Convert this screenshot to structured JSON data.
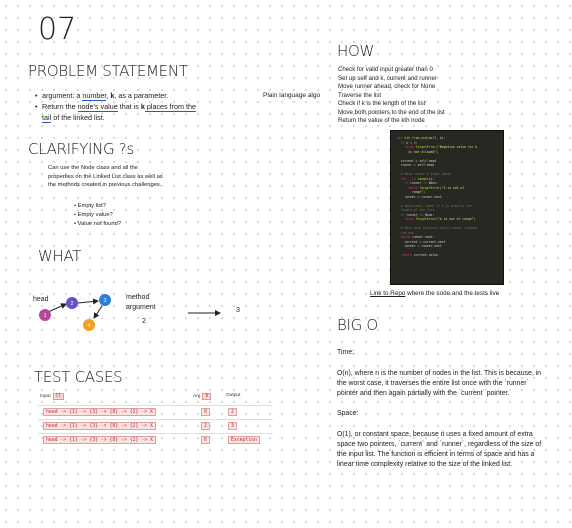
{
  "page_number": "07",
  "problem": {
    "heading": "PROBLEM STATEMENT",
    "bullet1": {
      "pre": "argument: a ",
      "link": "number",
      "mid": ", ",
      "bold": "k",
      "post": ", as a parameter."
    },
    "bullet2": {
      "pre": "Return the ",
      "u1": "node's value",
      "mid": " that is ",
      "bold": "k",
      "u2": " places from the",
      "u3": "tail",
      "post": " of the linked list."
    }
  },
  "plain_language": "Plain language algo",
  "clarifying": {
    "heading": "CLARIFYING ?s",
    "text": "Can use the Node class and all the properties on the Linked List class as well as the methods created in previous challenges.",
    "items": [
      "Empty list?",
      "Empty value?",
      "Value not found?"
    ]
  },
  "what": {
    "heading": "WHAT",
    "head_label": "head",
    "method_label": "method",
    "argument_label": "argument",
    "argument_value": "2",
    "result_value": "3",
    "nodes": [
      {
        "value": "1",
        "color": "#b8479b"
      },
      {
        "value": "2",
        "color": "#6a4fc9"
      },
      {
        "value": "3",
        "color": "#2e7fd9"
      },
      {
        "value": "4",
        "color": "#f0a020"
      }
    ]
  },
  "tests": {
    "heading": "TEST CASES",
    "input_label": "Input",
    "input_tag": "ll",
    "arg_label": "Arg",
    "arg_tag": "k",
    "output_label": "Output",
    "rows": [
      {
        "input": "head -> {1} -> {3} -> {8} -> {2} -> X",
        "arg": "0",
        "output": "2"
      },
      {
        "input": "head -> {1} -> {3} -> {8} -> {2} -> X",
        "arg": "2",
        "output": "3"
      },
      {
        "input": "head -> {1} -> {3} -> {8} -> {2} -> X",
        "arg": "6",
        "output": "Exception"
      }
    ]
  },
  "how": {
    "heading": "HOW",
    "steps": [
      "Check for valid input greater than 0",
      "Set up self and k, current and runner",
      "Move runner ahead, check for None",
      "Traverse the list",
      "Check if k is the length of the list",
      "Move both pointers to the end of the list",
      "Return the value of the kth node"
    ]
  },
  "repo": {
    "link": "Link to Repo",
    "text": " where the code and the tests live"
  },
  "bigo": {
    "heading": "BIG O",
    "time_label": "Time:",
    "time_text": "O(n), where n is the number of nodes in the list. This is because, in the worst case, it traverses the entire list once with the `runner` pointer and then again partially with the `current` pointer.",
    "space_label": "Space:",
    "space_text": "O(1), or constant space, because it uses a fixed amount of extra space two pointers, `current` and `runner`, regardless of the size of the input list. The function is efficient in terms of space and has a linear time complexity relative to the size of the linked list."
  }
}
